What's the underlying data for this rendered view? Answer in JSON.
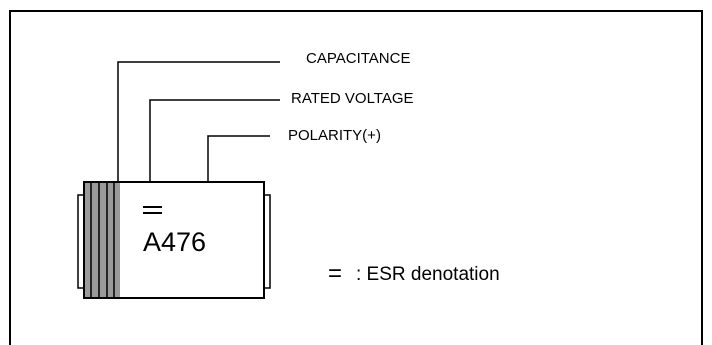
{
  "labels": {
    "capacitance": "CAPACITANCE",
    "rated_voltage": "RATED VOLTAGE",
    "polarity": "POLARITY(+)"
  },
  "marking": {
    "code": "A476",
    "esr_symbol": "="
  },
  "legend": {
    "symbol": "=",
    "text": ": ESR denotation"
  },
  "colors": {
    "stroke": "#000000",
    "band": "#9a9a9a",
    "background": "#ffffff"
  }
}
